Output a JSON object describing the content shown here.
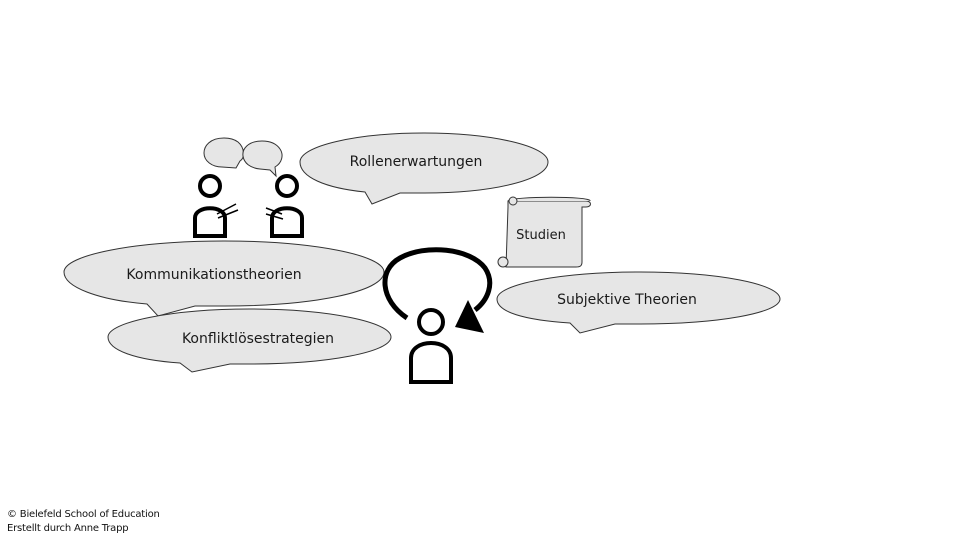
{
  "diagram": {
    "bubbles": {
      "rollenerwartungen": "Rollenerwartungen",
      "kommunikationstheorien": "Kommunikationstheorien",
      "konfliktloesestrategien": "Konfliktlösestrategien",
      "subjektive_theorien": "Subjektive Theorien"
    },
    "scroll_label": "Studien",
    "colors": {
      "bubble_fill": "#e6e6e6",
      "stroke": "#000000"
    }
  },
  "footer": {
    "copyright": "© Bielefeld School    of  Education",
    "author": "Erstellt durch Anne Trapp"
  }
}
